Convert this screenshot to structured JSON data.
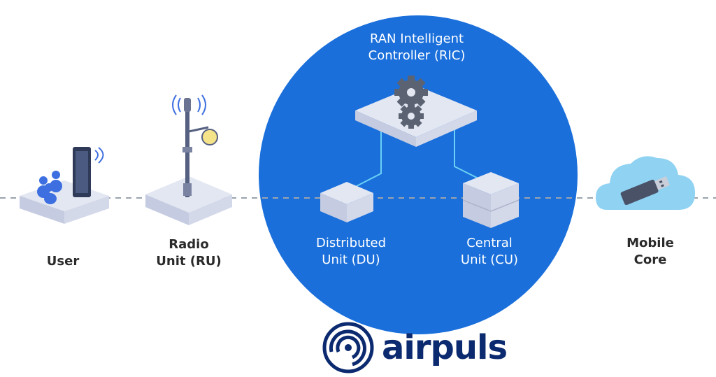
{
  "colors": {
    "circle": "#1a6fdb",
    "dashed_line": "#9aa3ad",
    "connector": "#6ad0f5",
    "device": "#e3e7f2",
    "device_side": "#c5cbe0",
    "people": "#3d6fe0",
    "cloud": "#8fd2f2",
    "brand": "#0b2a6f"
  },
  "labels": {
    "user": "User",
    "radio_unit": [
      "Radio",
      "Unit (RU)"
    ],
    "ric": [
      "RAN Intelligent",
      "Controller (RIC)"
    ],
    "distributed_unit": [
      "Distributed",
      "Unit (DU)"
    ],
    "central_unit": [
      "Central",
      "Unit (CU)"
    ],
    "mobile_core": [
      "Mobile",
      "Core"
    ]
  },
  "brand": {
    "name": "airpuls"
  },
  "icons": {
    "user": "user-phone-platform-icon",
    "radio_unit": "radio-tower-icon",
    "ric": "gears-icon",
    "distributed_unit": "du-box-icon",
    "central_unit": "cu-server-icon",
    "mobile_core": "cloud-usb-icon",
    "brand": "airpuls-logo-icon"
  }
}
